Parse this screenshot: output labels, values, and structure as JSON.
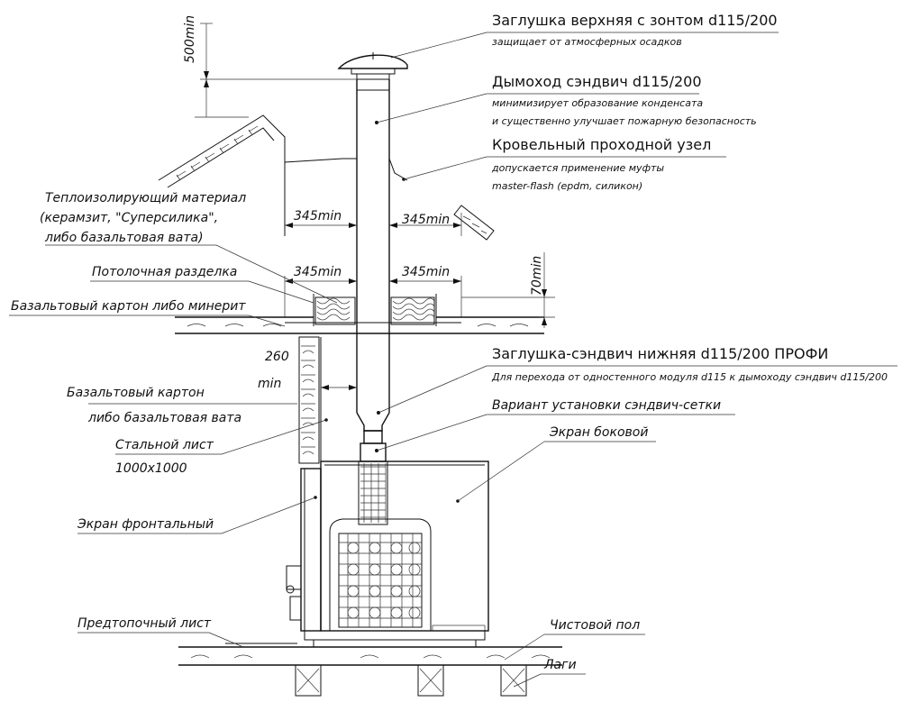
{
  "labels": {
    "top_cap": "Заглушка верхняя с зонтом d115/200",
    "top_cap_note": "защищает от атмосферных осадков",
    "chimney": "Дымоход сэндвич d115/200",
    "chimney_note_1": "минимизирует образование конденсата",
    "chimney_note_2": "и существенно улучшает пожарную безопасность",
    "roof_unit": "Кровельный проходной узел",
    "roof_unit_note_1": "допускается применение муфты",
    "roof_unit_note_2": "master-flash (epdm, силикон)",
    "insulation_1": "Теплоизолирующий материал",
    "insulation_2": "(керамзит, \"Суперсилика\",",
    "insulation_3": "либо базальтовая вата)",
    "ceiling_cut": "Потолочная разделка",
    "basalt_board_minerite": "Базальтовый картон либо минерит",
    "bottom_cap": "Заглушка-сэндвич нижняя d115/200 ПРОФИ",
    "bottom_cap_note": "Для перехода от одностенного модуля d115 к дымоходу сэндвич d115/200",
    "mesh_option": "Вариант установки сэндвич-сетки",
    "side_screen": "Экран боковой",
    "basalt_board_1": "Базальтовый картон",
    "basalt_board_2": "либо базальтовая вата",
    "steel_sheet": "Стальной лист",
    "steel_sheet_size": "1000х1000",
    "front_screen": "Экран фронтальный",
    "prefirebox_sheet": "Предтопочный лист",
    "finish_floor": "Чистовой пол",
    "joists": "Лаги"
  },
  "dimensions": {
    "top_clearance": "500min",
    "roof_left": "345min",
    "roof_right": "345min",
    "ceiling_left": "345min",
    "ceiling_right": "345min",
    "ceiling_height": "70min",
    "wall_gap_1": "260",
    "wall_gap_2": "min"
  }
}
